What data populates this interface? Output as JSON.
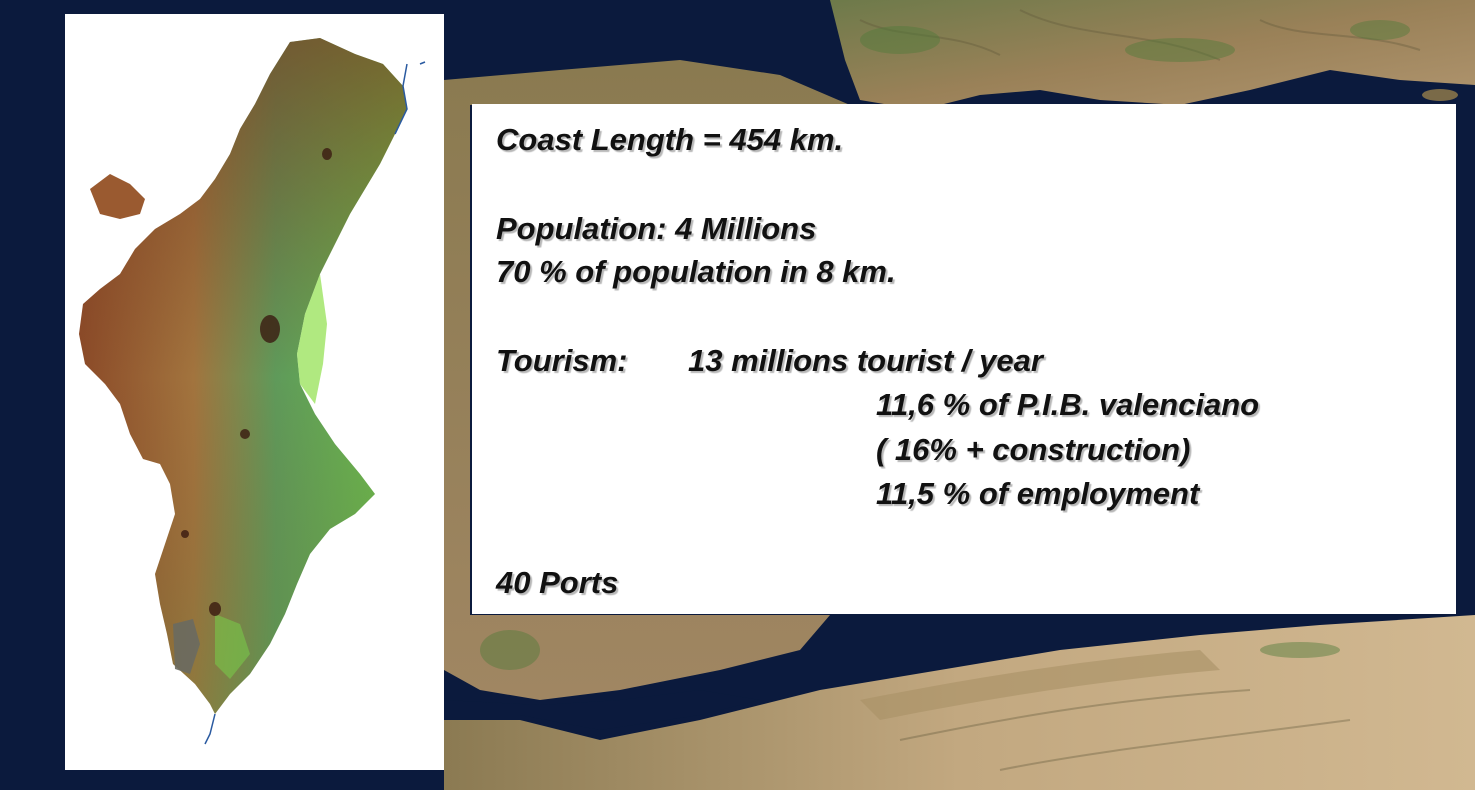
{
  "facts": {
    "coast_length": "Coast Length = 454 km.",
    "population": "Population: 4 Millions",
    "population_coast": "70 % of population in 8 km.",
    "tourism_label": "Tourism:",
    "tourism_visitors": "13 millions tourist / year",
    "tourism_pib": "11,6 % of P.I.B. valenciano",
    "tourism_construction": "( 16% + construction)",
    "tourism_employment": "11,5 % of employment",
    "ports": "40 Ports"
  },
  "colors": {
    "sea": "#0b1a3d",
    "land": "#9a8058",
    "map_lowland": "#5f9a5a",
    "map_highland": "#8a4a2a",
    "panel": "#ffffff",
    "text": "#111111"
  }
}
